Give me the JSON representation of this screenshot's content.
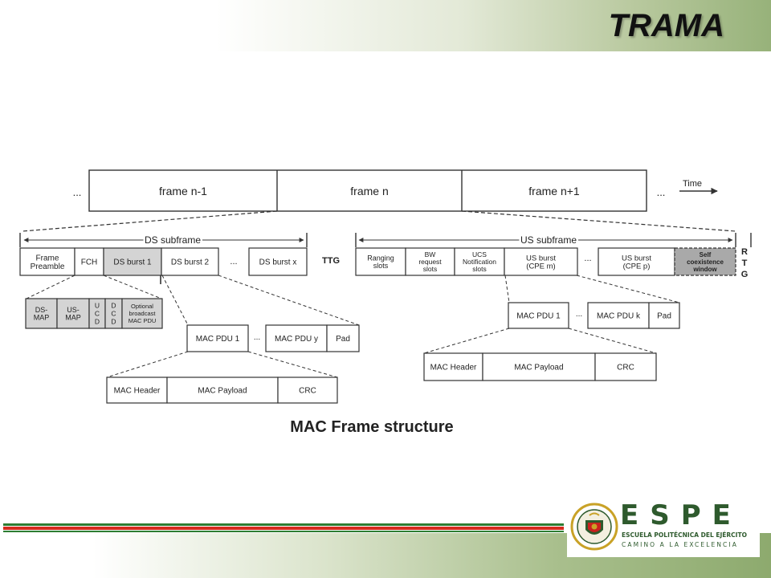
{
  "slide": {
    "title": "TRAMA"
  },
  "diagram": {
    "caption": "MAC Frame structure",
    "time_label": "Time",
    "ellipsis": "...",
    "ellipsis_short": "...",
    "frames": [
      "frame n-1",
      "frame n",
      "frame n+1"
    ],
    "ds_subframe_label": "DS subframe",
    "us_subframe_label": "US subframe",
    "ttg_label": "TTG",
    "rtg_letters": [
      "R",
      "T",
      "G"
    ],
    "ds_row": {
      "frame_preamble": [
        "Frame",
        "Preamble"
      ],
      "fch": [
        "FCH"
      ],
      "ds_burst_1": [
        "DS burst 1"
      ],
      "ds_burst_2": [
        "DS burst 2"
      ],
      "ds_burst_x": [
        "DS burst x"
      ]
    },
    "ds_fch_detail": {
      "ds_map": [
        "DS-",
        "MAP"
      ],
      "us_map": [
        "US-",
        "MAP"
      ],
      "ucd": [
        "U",
        "C",
        "D"
      ],
      "dcd": [
        "D",
        "C",
        "D"
      ],
      "optional_broadcast": [
        "Optional",
        "broadcast",
        "MAC PDU"
      ]
    },
    "us_row": {
      "ranging_slots": [
        "Ranging",
        "slots"
      ],
      "bw_request_slots": [
        "BW",
        "request",
        "slots"
      ],
      "ucs_notification_slots": [
        "UCS",
        "Notification",
        "slots"
      ],
      "us_burst_cpe_m": [
        "US burst",
        "(CPE m)"
      ],
      "us_burst_cpe_p": [
        "US burst",
        "(CPE p)"
      ],
      "self_coexistence_window": [
        "Self",
        "coexistence",
        "window"
      ]
    },
    "ds_pdu_row": {
      "mac_pdu_1": [
        "MAC PDU 1"
      ],
      "mac_pdu_y": [
        "MAC PDU y"
      ],
      "pad": [
        "Pad"
      ]
    },
    "ds_pdu_detail": {
      "mac_header": [
        "MAC Header"
      ],
      "mac_payload": [
        "MAC Payload"
      ],
      "crc": [
        "CRC"
      ]
    },
    "us_pdu_row": {
      "mac_pdu_1": [
        "MAC PDU 1"
      ],
      "mac_pdu_k": [
        "MAC PDU k"
      ],
      "pad": [
        "Pad"
      ]
    },
    "us_pdu_detail": {
      "mac_header": [
        "MAC Header"
      ],
      "mac_payload": [
        "MAC Payload"
      ],
      "crc": [
        "CRC"
      ]
    }
  },
  "logo": {
    "wordmark": "ESPE",
    "institution": "ESCUELA POLITÉCNICA DEL EJÉRCITO",
    "motto": "CAMINO A LA EXCELENCIA",
    "colors": {
      "green": "#2e5a2d",
      "red": "#c8201e",
      "gold": "#c9a227"
    }
  },
  "theme": {
    "band_green": "#97b27a",
    "stripe_red": "#d52b1e",
    "stripe_green": "#2e7d32",
    "box_shade": "#d4d4d4",
    "self_coex_shade": "#a9a9a9"
  }
}
